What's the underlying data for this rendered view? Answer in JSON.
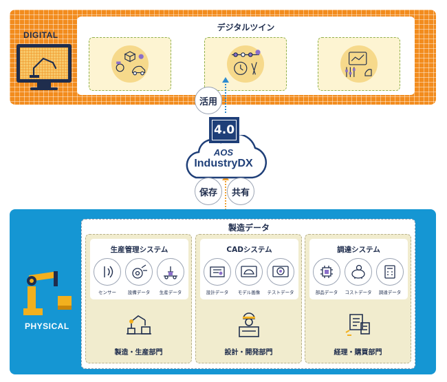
{
  "digital": {
    "label": "DIGITAL",
    "twin_title": "デジタルツイン",
    "cards": [
      {
        "icon": "product-design-icon"
      },
      {
        "icon": "process-planning-icon"
      },
      {
        "icon": "analytics-dashboard-icon"
      }
    ]
  },
  "connector": {
    "use_label": "活用",
    "save_label": "保存",
    "share_label": "共有",
    "version": "4.0",
    "brand": "AOS",
    "product": "IndustryDX"
  },
  "physical": {
    "label": "PHYSICAL",
    "data_title": "製造データ",
    "departments": [
      {
        "system": "生産管理システム",
        "items": [
          {
            "label": "センサー",
            "icon": "sensor-icon"
          },
          {
            "label": "設備データ",
            "icon": "equipment-icon"
          },
          {
            "label": "生産データ",
            "icon": "production-line-icon"
          }
        ],
        "department": "製造・生産部門",
        "icon": "factory-robot-icon"
      },
      {
        "system": "CADシステム",
        "items": [
          {
            "label": "設計データ",
            "icon": "blueprint-icon"
          },
          {
            "label": "モデル画像",
            "icon": "car-model-icon"
          },
          {
            "label": "テストデータ",
            "icon": "test-target-icon"
          }
        ],
        "department": "設計・開発部門",
        "icon": "engineer-icon"
      },
      {
        "system": "調達システム",
        "items": [
          {
            "label": "部品データ",
            "icon": "chip-icon"
          },
          {
            "label": "コストデータ",
            "icon": "piggy-bank-icon"
          },
          {
            "label": "調達データ",
            "icon": "calculator-icon"
          }
        ],
        "department": "経理・購買部門",
        "icon": "invoice-icon"
      }
    ]
  },
  "colors": {
    "digital_orange": "#f28c1e",
    "physical_blue": "#1596d3",
    "navy": "#1f2d4d",
    "brand_blue": "#1f3f78",
    "card_cream": "#fdf4d2",
    "dept_beige": "#f1ecce"
  }
}
